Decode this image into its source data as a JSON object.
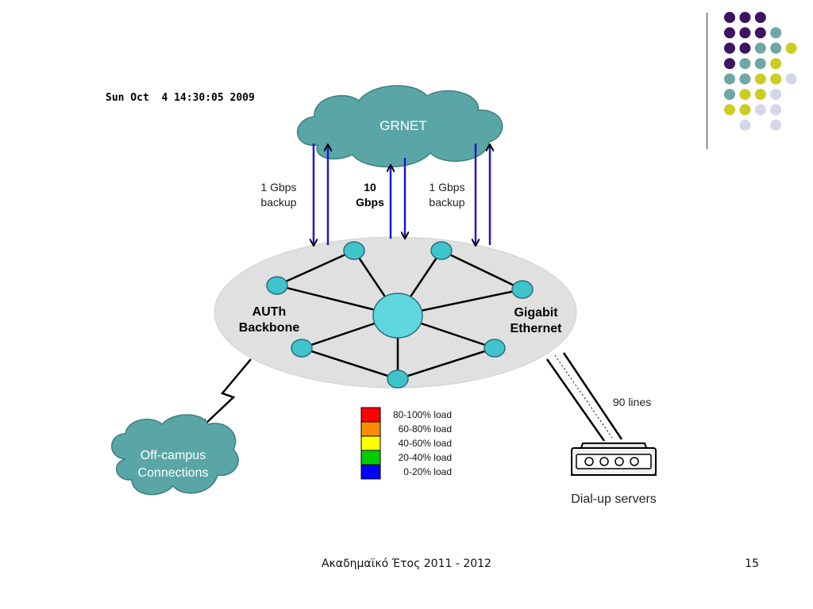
{
  "slide": {
    "footer_text": "Ακαδημαϊκό Έτος 2011 - 2012",
    "page_number": "15"
  },
  "colors": {
    "dot_purple": "#3d1464",
    "dot_teal": "#6fa6a6",
    "dot_yellow": "#cccc22",
    "dot_lavender": "#d6d6ea",
    "network_ellipse": "#e0e0e0",
    "node_fill": "#3fc4cc",
    "center_node_fill": "#5ed8dd",
    "cloud_fill": "#5aa6a6",
    "link_blue": "#1a1acc"
  },
  "diagram": {
    "timestamp": "Sun Oct  4 14:30:05 2009",
    "cloud_top_label": "GRNET",
    "link_left_line1": "1 Gbps",
    "link_left_line2": "backup",
    "link_center_line1": "10",
    "link_center_line2": "Gbps",
    "link_right_line1": "1 Gbps",
    "link_right_line2": "backup",
    "backbone_line1": "AUTh",
    "backbone_line2": "Backbone",
    "ethernet_line1": "Gigabit",
    "ethernet_line2": "Ethernet",
    "offcampus_line1": "Off-campus",
    "offcampus_line2": "Connections",
    "lines_label": "90 lines",
    "dialup_label": "Dial-up servers",
    "legend": [
      {
        "label": "80-100% load",
        "color": "#ff0000"
      },
      {
        "label": "60-80% load",
        "color": "#ff8c00"
      },
      {
        "label": "40-60% load",
        "color": "#ffff00"
      },
      {
        "label": "20-40% load",
        "color": "#00cc00"
      },
      {
        "label": "0-20% load",
        "color": "#0000ff"
      }
    ]
  }
}
